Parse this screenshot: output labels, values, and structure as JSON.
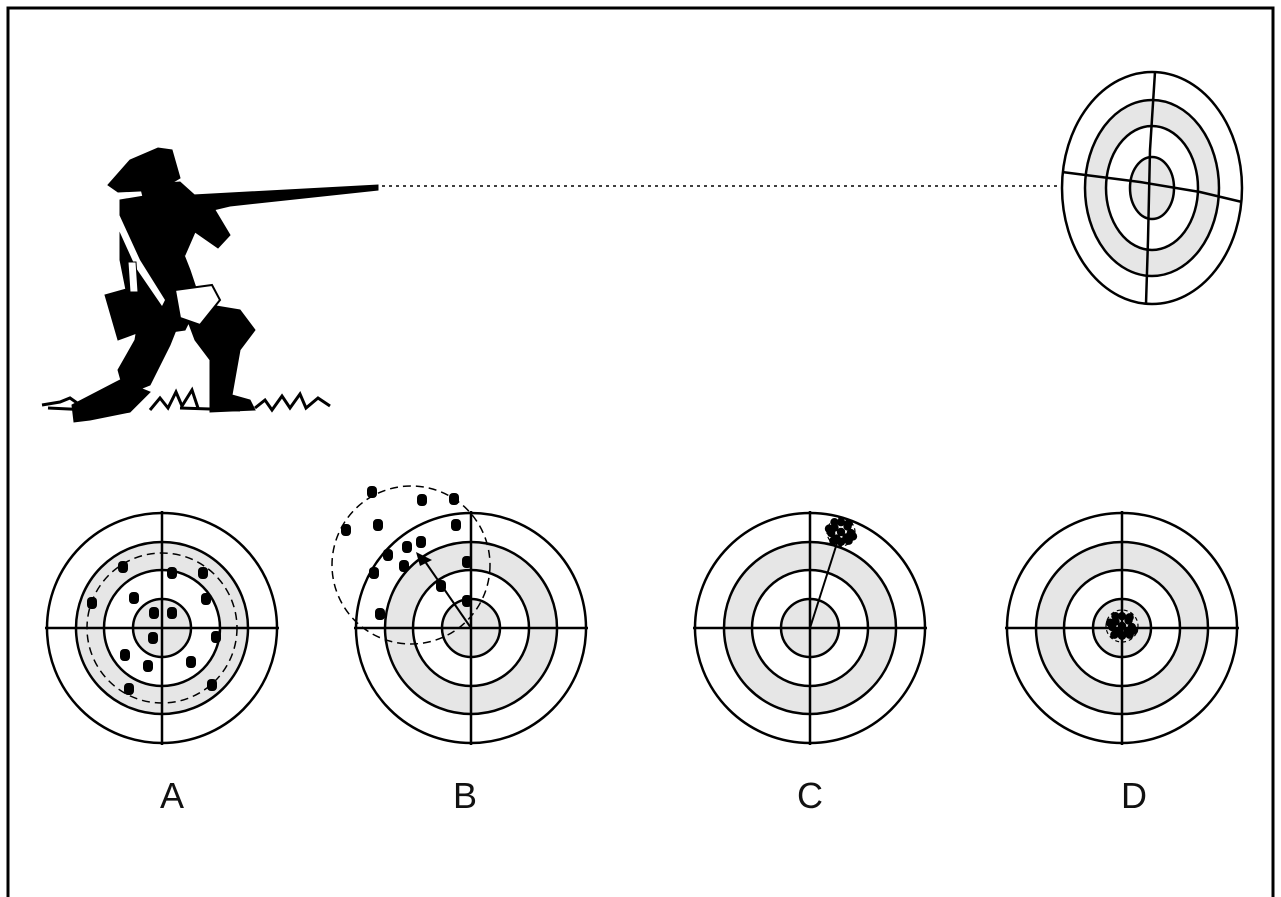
{
  "colors": {
    "ink": "#000000",
    "ring_fill": "#e6e6e6",
    "background": "#ffffff"
  },
  "illustration": {
    "subject": "kneeling-rifleman-silhouette",
    "sight_line": "dotted"
  },
  "panels": [
    {
      "id": "A",
      "label": "A"
    },
    {
      "id": "B",
      "label": "B"
    },
    {
      "id": "C",
      "label": "C"
    },
    {
      "id": "D",
      "label": "D"
    }
  ]
}
